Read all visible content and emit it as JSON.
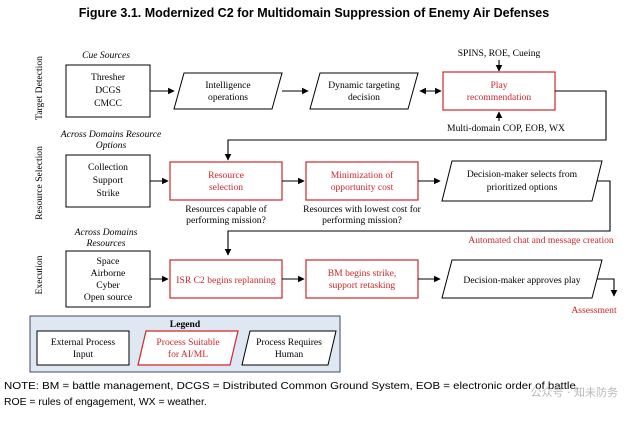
{
  "figure": {
    "title": "Figure 3.1. Modernized C2 for Multidomain Suppression of Enemy Air Defenses"
  },
  "rows": {
    "target_detection": {
      "side_label": "Target Detection",
      "header": "Cue Sources",
      "sources": [
        "Thresher",
        "DCGS",
        "CMCC"
      ],
      "step1": [
        "Intelligence",
        "operations"
      ],
      "step2": [
        "Dynamic targeting",
        "decision"
      ],
      "step3": [
        "Play",
        "recommendation"
      ],
      "input_above": "SPINS, ROE, Cueing",
      "output_below": "Multi-domain COP,  EOB, WX"
    },
    "resource_selection": {
      "side_label": "Resource Selection",
      "header": [
        "Across Domains Resource",
        "Options"
      ],
      "sources": [
        "Collection",
        "Support",
        "Strike"
      ],
      "step1": [
        "Resource",
        "selection"
      ],
      "step2": [
        "Minimization of",
        "opportunity cost"
      ],
      "step3": [
        "Decision-maker selects from",
        "prioritized options"
      ],
      "note1": [
        "Resources capable of",
        "performing mission?"
      ],
      "note2": [
        "Resources with lowest cost for",
        "performing mission?"
      ],
      "automation": "Automated chat and message creation"
    },
    "execution": {
      "side_label": "Execution",
      "header": [
        "Across Domains",
        "Resources"
      ],
      "sources": [
        "Space",
        "Airborne",
        "Cyber",
        "Open source"
      ],
      "step1": "ISR C2 begins replanning",
      "step2": [
        "BM begins strike,",
        "support retasking"
      ],
      "step3": "Decision-maker approves play",
      "assessment": "Assessment"
    }
  },
  "legend": {
    "title": "Legend",
    "external": [
      "External Process",
      "Input"
    ],
    "ai_ml": [
      "Process Suitable",
      "for AI/ML"
    ],
    "human": [
      "Process Requires",
      "Human"
    ]
  },
  "note": {
    "line1": "NOTE: BM = battle management, DCGS = Distributed Common Ground System, EOB = electronic order of battle,",
    "line2": "ROE = rules of engagement, WX = weather."
  },
  "watermark": "公众号 · 知未防务",
  "colors": {
    "ai_ml_red": "#d0262a",
    "legend_fill": "#dfe7f2",
    "legend_border": "#3b4a6b"
  }
}
